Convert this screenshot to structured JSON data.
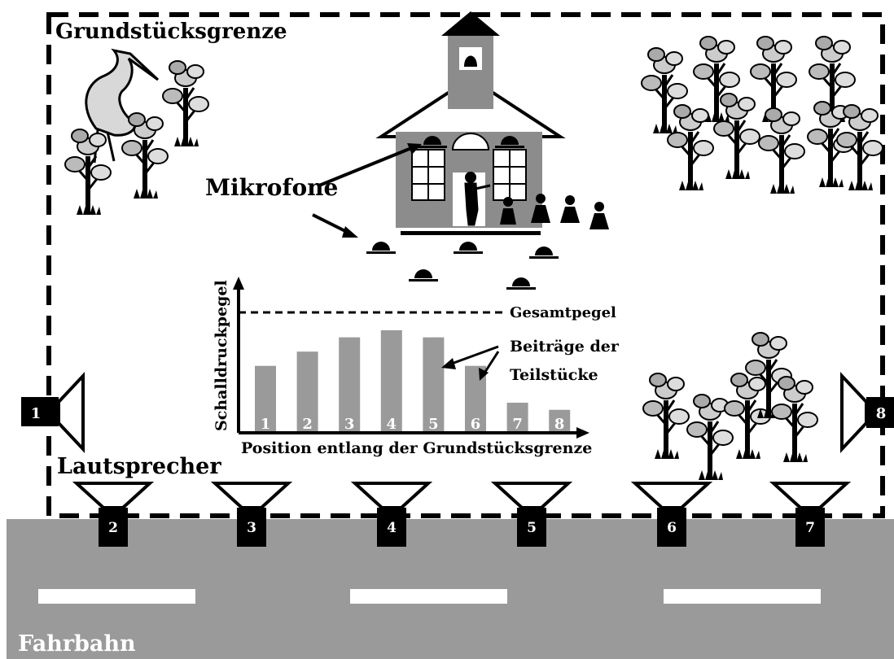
{
  "labels": {
    "boundary": "Grundstücksgrenze",
    "microphones": "Mikrofone",
    "loudspeakers": "Lautsprecher",
    "road": "Fahrbahn",
    "total_level": "Gesamtpegel",
    "contributions_line1": "Beiträge der",
    "contributions_line2": "Teilstücke"
  },
  "speakers": [
    "1",
    "2",
    "3",
    "4",
    "5",
    "6",
    "7",
    "8"
  ],
  "colors": {
    "road": "#9a9a9a",
    "bar": "#9a9a9a",
    "building": "#8c8c8c",
    "ink": "#000000",
    "lane": "#ffffff"
  },
  "chart_data": {
    "type": "bar",
    "categories": [
      "1",
      "2",
      "3",
      "4",
      "5",
      "6",
      "7",
      "8"
    ],
    "values": [
      0.55,
      0.67,
      0.79,
      0.85,
      0.79,
      0.55,
      0.24,
      0.18
    ],
    "total_level": 1.0,
    "xlabel": "Position entlang der Grundstücksgrenze",
    "ylabel": "Schalldruckpegel",
    "ylim": [
      0,
      1.0
    ],
    "grid": false
  }
}
